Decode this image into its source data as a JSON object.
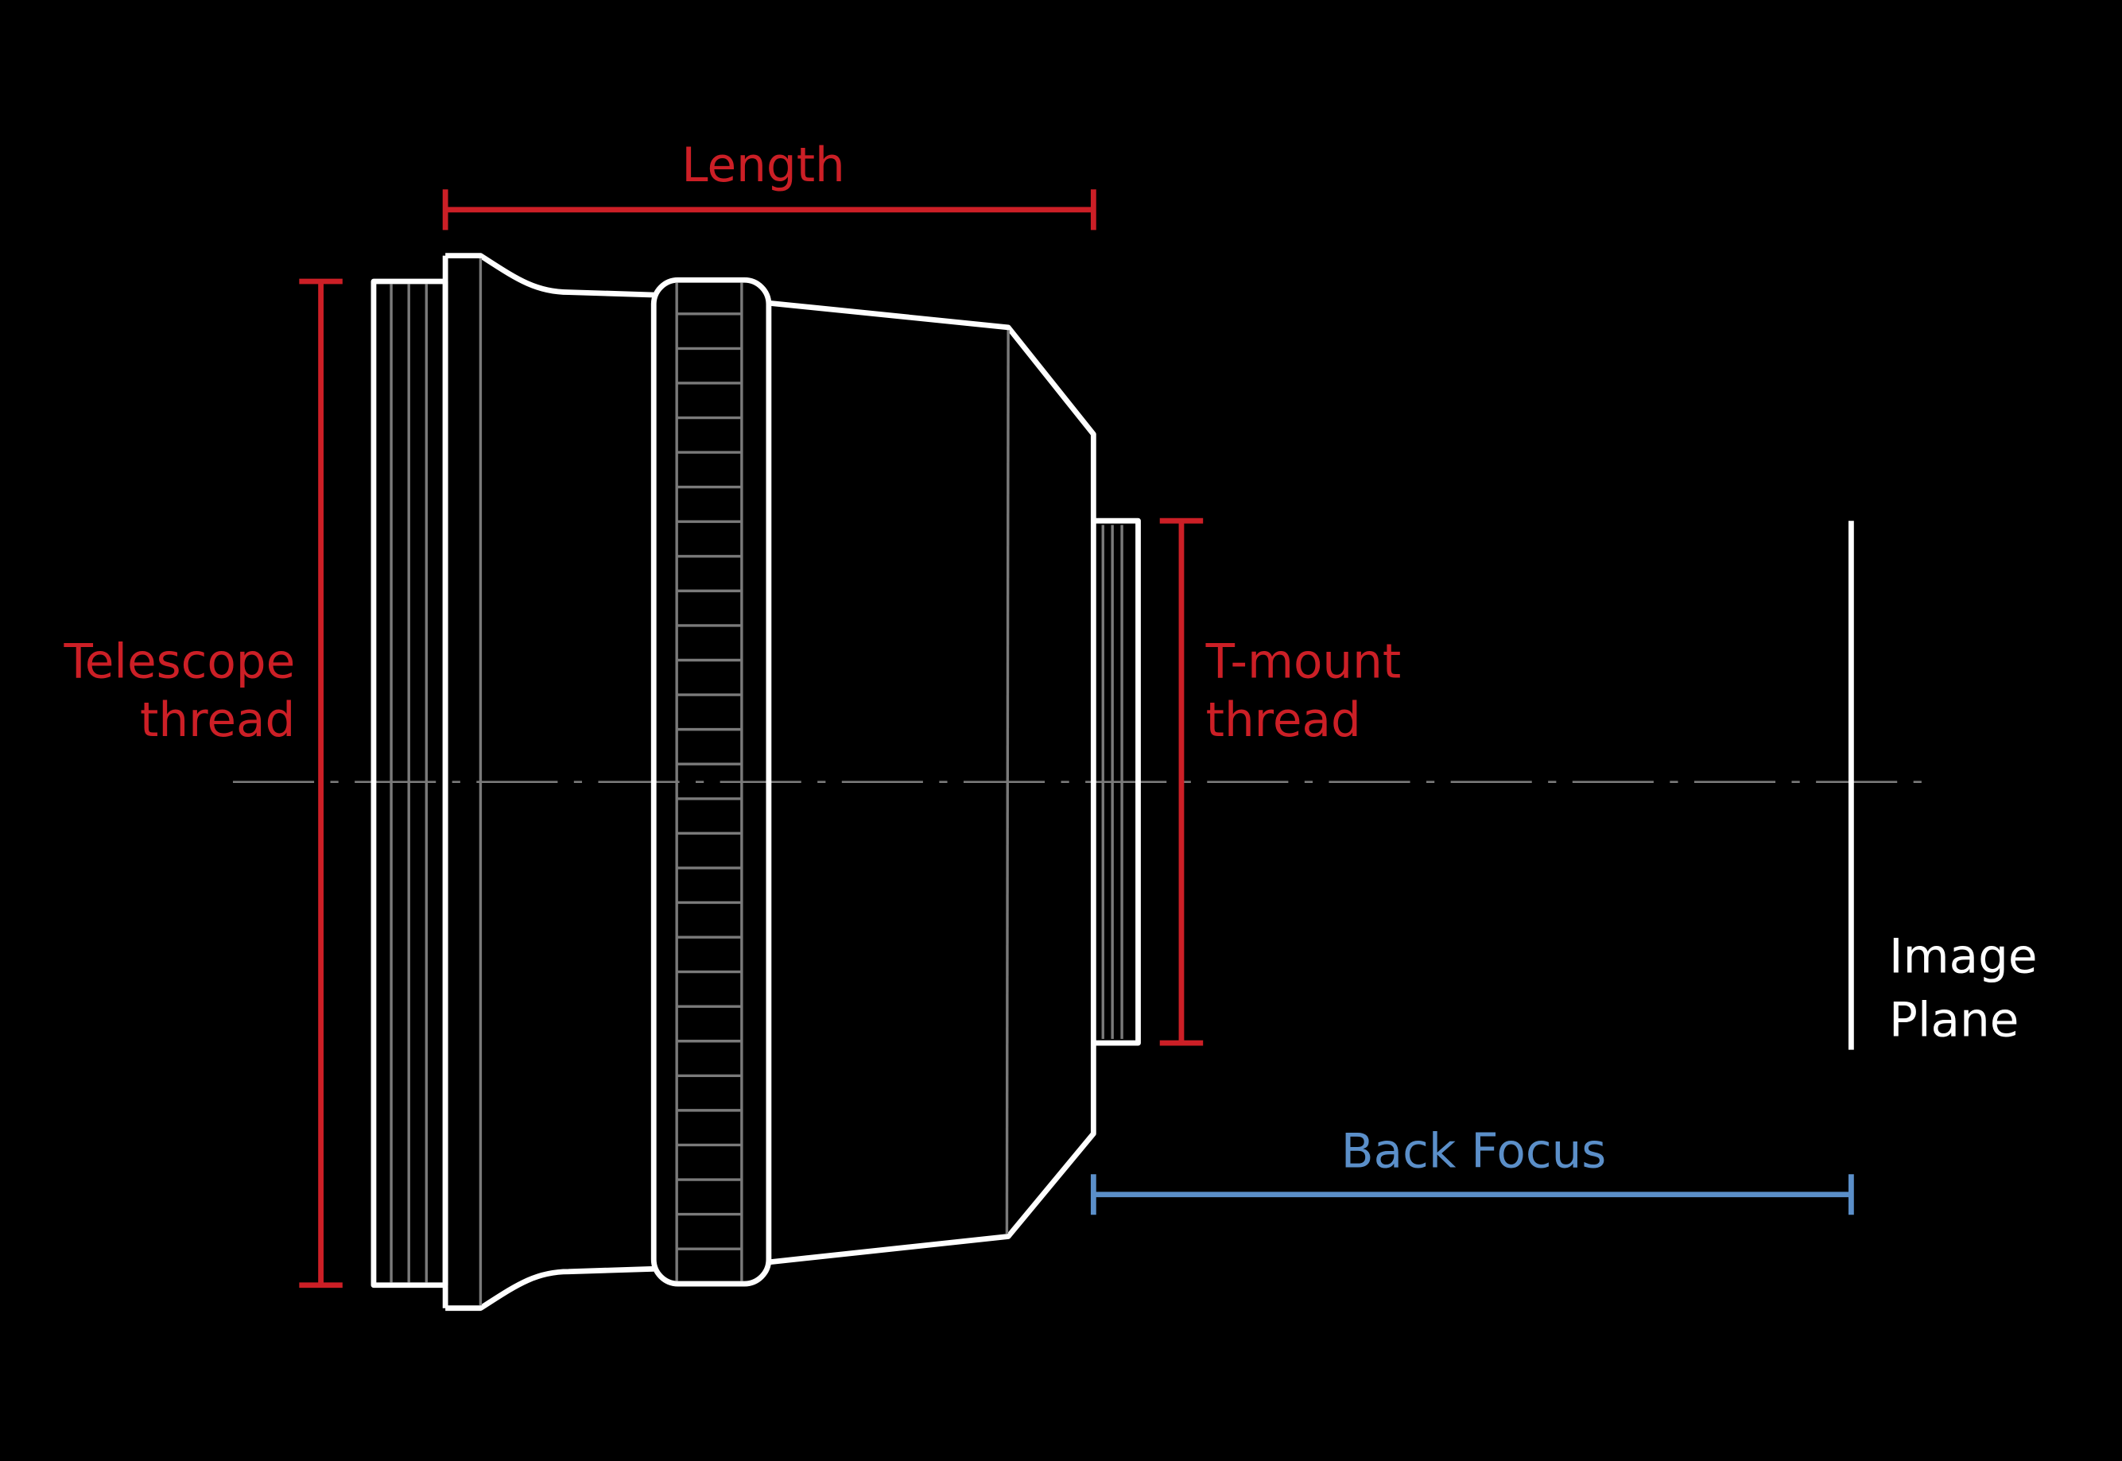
{
  "labels": {
    "length": "Length",
    "telescope_thread_line1": "Telescope",
    "telescope_thread_line2": "thread",
    "tmount_thread_line1": "T-mount",
    "tmount_thread_line2": "thread",
    "back_focus": "Back Focus",
    "image_plane_line1": "Image",
    "image_plane_line2": "Plane"
  },
  "colors": {
    "dimension_red": "#cc1f26",
    "dimension_blue": "#5b8fc9",
    "outline": "#ffffff",
    "detail_gray": "#7a7a7a",
    "background": "#000000"
  }
}
